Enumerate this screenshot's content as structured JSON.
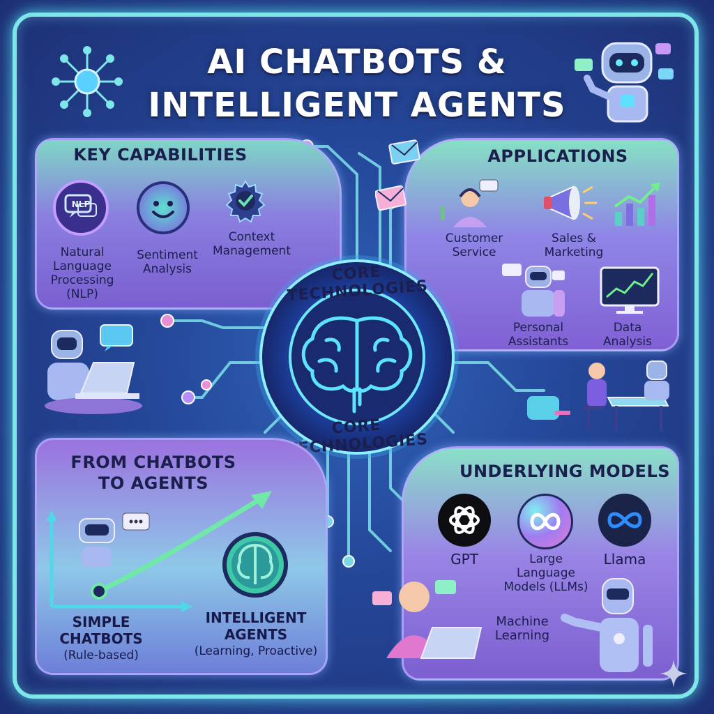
{
  "title": {
    "line1": "AI CHATBOTS &",
    "line2": "INTELLIGENT AGENTS"
  },
  "center": {
    "label_top": "CORE TECHNOLOGIES",
    "label_bottom": "CORE TECHNOLOGIES"
  },
  "key_capabilities": {
    "heading": "KEY CAPABILITIES",
    "nlp_badge": "NLP",
    "items": [
      {
        "lines": [
          "Natural",
          "Language",
          "Processing",
          "(NLP)"
        ]
      },
      {
        "lines": [
          "Sentiment",
          "Analysis"
        ]
      },
      {
        "lines": [
          "Context",
          "Management"
        ]
      }
    ]
  },
  "applications": {
    "heading": "APPLICATIONS",
    "items": [
      {
        "lines": [
          "Customer",
          "Service"
        ]
      },
      {
        "lines": [
          "Sales &",
          "Marketing"
        ]
      },
      {
        "lines": [
          "Personal",
          "Assistants"
        ]
      },
      {
        "lines": [
          "Data",
          "Analysis"
        ]
      }
    ]
  },
  "from_chatbots": {
    "heading": [
      "FROM CHATBOTS",
      "TO AGENTS"
    ],
    "start": {
      "lines": [
        "SIMPLE",
        "CHATBOTS",
        "(Rule-based)"
      ]
    },
    "end": {
      "lines": [
        "INTELLIGENT",
        "AGENTS",
        "(Learning, Proactive)"
      ]
    }
  },
  "underlying_models": {
    "heading": "UNDERLYING MODELS",
    "items": [
      {
        "lines": [
          "GPT"
        ]
      },
      {
        "lines": [
          "Large",
          "Language",
          "Models (LLMs)"
        ]
      },
      {
        "lines": [
          "Llama"
        ]
      },
      {
        "lines": [
          "Machine",
          "Learning"
        ]
      }
    ]
  },
  "colors": {
    "frame": "#7ee6e8",
    "wire": "#7ad8e6",
    "node_pink": "#e88fd8",
    "brain": "#5ee3ff"
  }
}
